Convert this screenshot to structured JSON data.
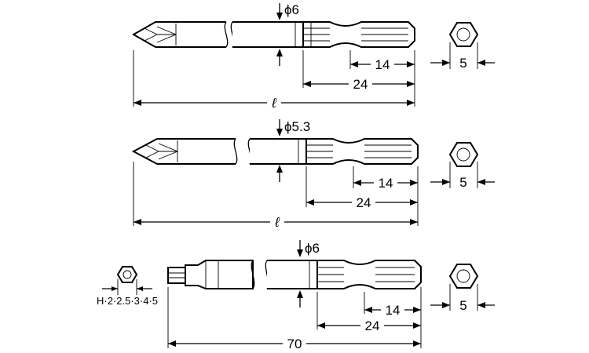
{
  "drawings": [
    {
      "id": "bit-1",
      "diameter_label": "ϕ6",
      "dim_hex_length": "14",
      "dim_shank_length": "24",
      "dim_total_length": "ℓ",
      "end_view_across_flats": "5"
    },
    {
      "id": "bit-2",
      "diameter_label": "ϕ5.3",
      "dim_hex_length": "14",
      "dim_shank_length": "24",
      "dim_total_length": "ℓ",
      "end_view_across_flats": "5"
    },
    {
      "id": "bit-3",
      "diameter_label": "ϕ6",
      "dim_hex_length": "14",
      "dim_shank_length": "24",
      "dim_total_length": "70",
      "end_view_across_flats": "5",
      "tip_sizes_label": "H·2·2.5·3·4·5"
    }
  ],
  "icons": [
    "phillips-tip",
    "hex-tip",
    "hexagon-end-view",
    "dimension-arrow"
  ]
}
